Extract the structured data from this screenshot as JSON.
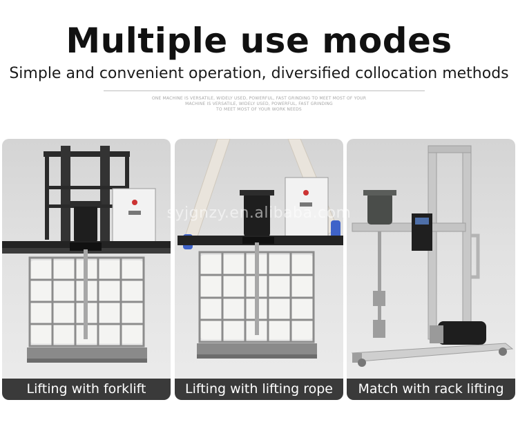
{
  "header": {
    "title": "Multiple use modes",
    "subtitle": "Simple and convenient operation, diversified collocation methods",
    "small_text": [
      "ONE MACHINE IS VERSATILE, WIDELY USED, POWERFUL, FAST GRINDING TO MEET MOST OF YOUR",
      "MACHINE IS VERSATILE, WIDELY USED, POWERFUL, FAST GRINDING",
      "TO MEET MOST OF YOUR WORK NEEDS"
    ]
  },
  "watermark": "syjgnzy.en.alibaba.com",
  "panels": [
    {
      "caption": "Lifting with forklift"
    },
    {
      "caption": "Lifting with lifting rope"
    },
    {
      "caption": "Match with rack lifting"
    }
  ],
  "colors": {
    "caption_bg": "#3a3a3a",
    "panel_bg": "#e2e2e2",
    "strap": "#e9e4dc",
    "strap_hook": "#3f63c9",
    "motor": "#1e1e1e",
    "steel": "#b9b9b9"
  }
}
